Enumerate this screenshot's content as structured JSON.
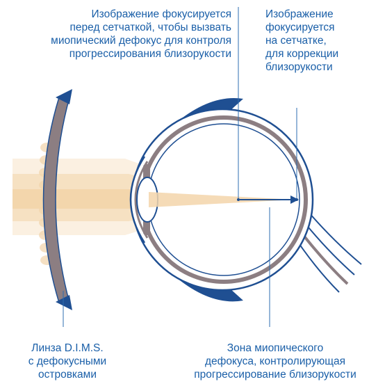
{
  "labels": {
    "myopic_focus": "Изображение фокусируется\nперед сетчаткой, чтобы вызвать\nмиопический дефокус для контроля\nпрогрессирования близорукости",
    "retina_focus": "Изображение\nфокусируется\nна сетчатке,\nдля коррекции\nблизорукости",
    "lens": "Линза D.I.M.S.\nс дефокусными\nостровками",
    "defocus_zone": "Зона миопического\nдефокуса, контролирующая\nпрогрессирование близорукости"
  },
  "colors": {
    "text": "#1a5fa8",
    "eye_outline": "#1f4f92",
    "sclera": "#8c7e82",
    "lens_gray": "#8c7e82",
    "light_beam": "#f3d5aa",
    "defocus_islands": "#f5e0c3",
    "leader_line": "#2d6cb0"
  }
}
